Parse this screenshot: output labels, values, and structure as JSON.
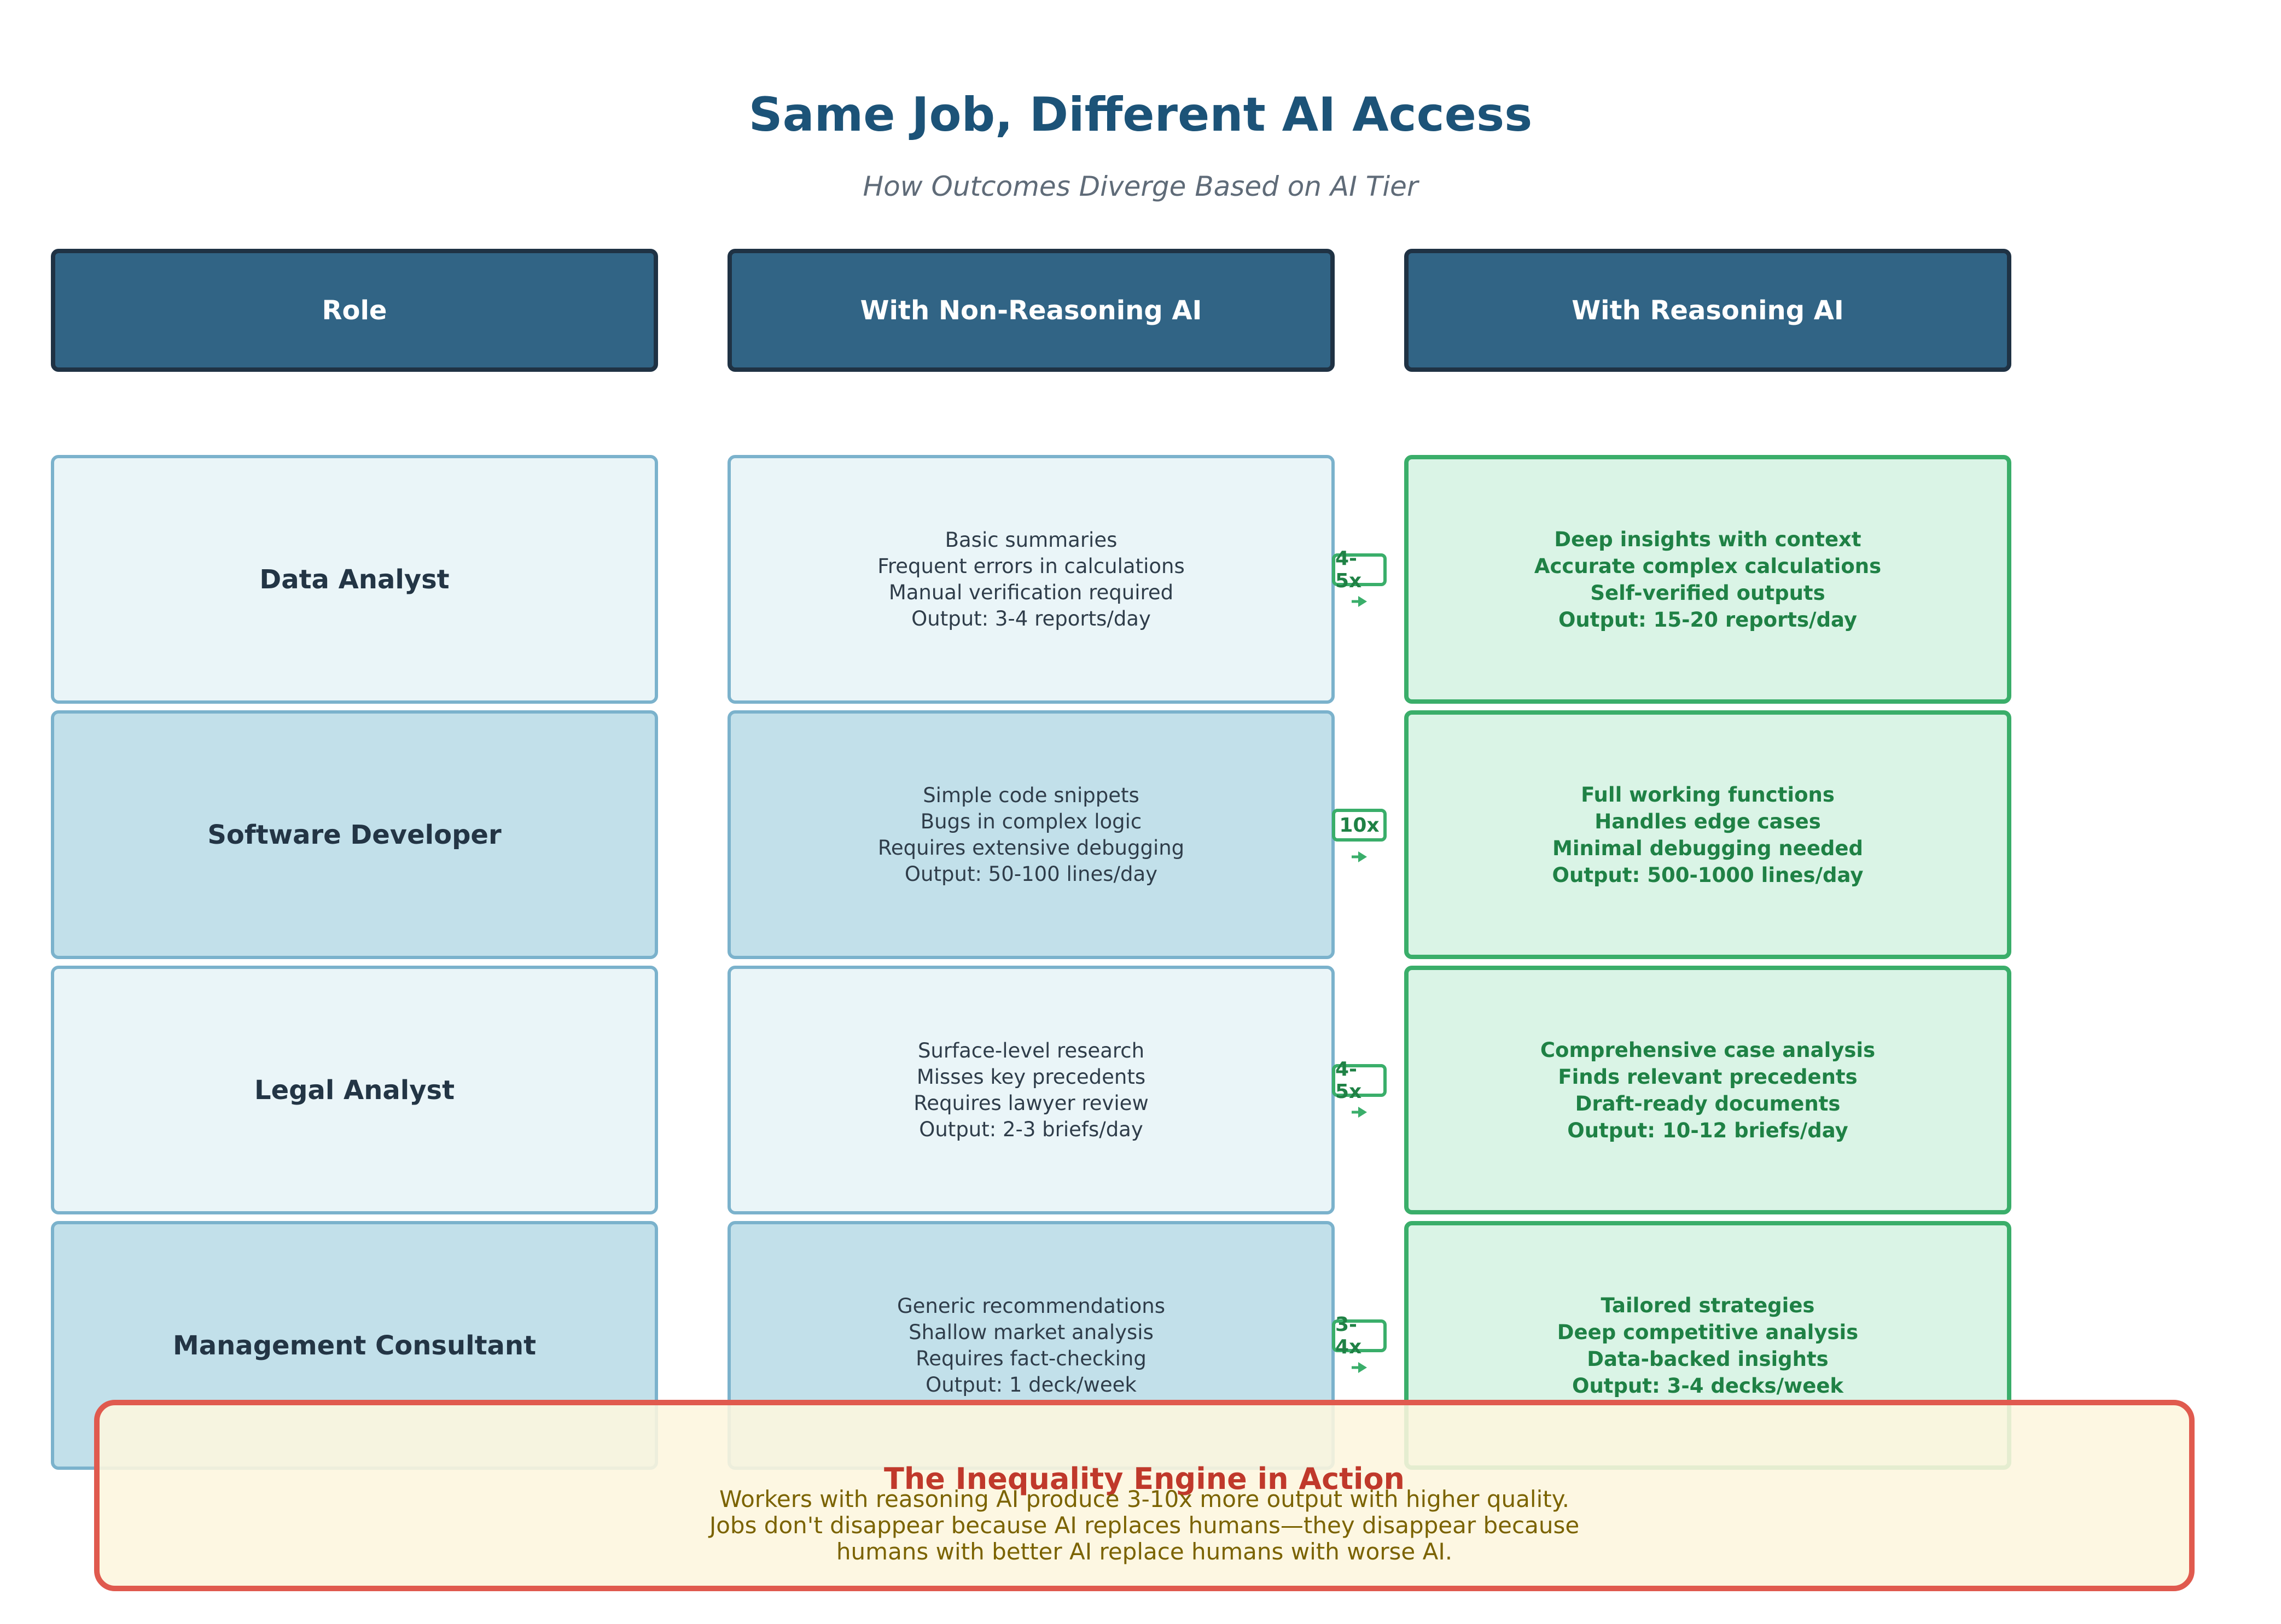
{
  "title": "Same Job, Different AI Access",
  "subtitle": "How Outcomes Diverge Based on AI Tier",
  "headers": {
    "role": "Role",
    "non_reasoning": "With Non-Reasoning AI",
    "reasoning": "With Reasoning AI"
  },
  "rows": [
    {
      "role": "Data Analyst",
      "non_reasoning": [
        "Basic summaries",
        "Frequent errors in calculations",
        "Manual verification required",
        "Output: 3-4 reports/day"
      ],
      "multiplier": "4-5x",
      "reasoning": [
        "Deep insights with context",
        "Accurate complex calculations",
        "Self-verified outputs",
        "Output: 15-20 reports/day"
      ]
    },
    {
      "role": "Software Developer",
      "non_reasoning": [
        "Simple code snippets",
        "Bugs in complex logic",
        "Requires extensive debugging",
        "Output: 50-100 lines/day"
      ],
      "multiplier": "10x",
      "reasoning": [
        "Full working functions",
        "Handles edge cases",
        "Minimal debugging needed",
        "Output: 500-1000 lines/day"
      ]
    },
    {
      "role": "Legal Analyst",
      "non_reasoning": [
        "Surface-level research",
        "Misses key precedents",
        "Requires lawyer review",
        "Output: 2-3 briefs/day"
      ],
      "multiplier": "4-5x",
      "reasoning": [
        "Comprehensive case analysis",
        "Finds relevant precedents",
        "Draft-ready documents",
        "Output: 10-12 briefs/day"
      ]
    },
    {
      "role": "Management Consultant",
      "non_reasoning": [
        "Generic recommendations",
        "Shallow market analysis",
        "Requires fact-checking",
        "Output: 1 deck/week"
      ],
      "multiplier": "3-4x",
      "reasoning": [
        "Tailored strategies",
        "Deep competitive analysis",
        "Data-backed insights",
        "Output: 3-4 decks/week"
      ]
    }
  ],
  "callout": {
    "title": "The Inequality Engine in Action",
    "lines": [
      "Workers with reasoning AI produce 3-10x more output with higher quality.",
      "Jobs don't disappear because AI replaces humans—they disappear because",
      "humans with better AI replace humans with worse AI."
    ]
  },
  "colors": {
    "header_bg": "#316485",
    "reasoning_accent": "#3aae6a",
    "callout_border": "#e05a4e",
    "callout_title": "#c0392b"
  }
}
